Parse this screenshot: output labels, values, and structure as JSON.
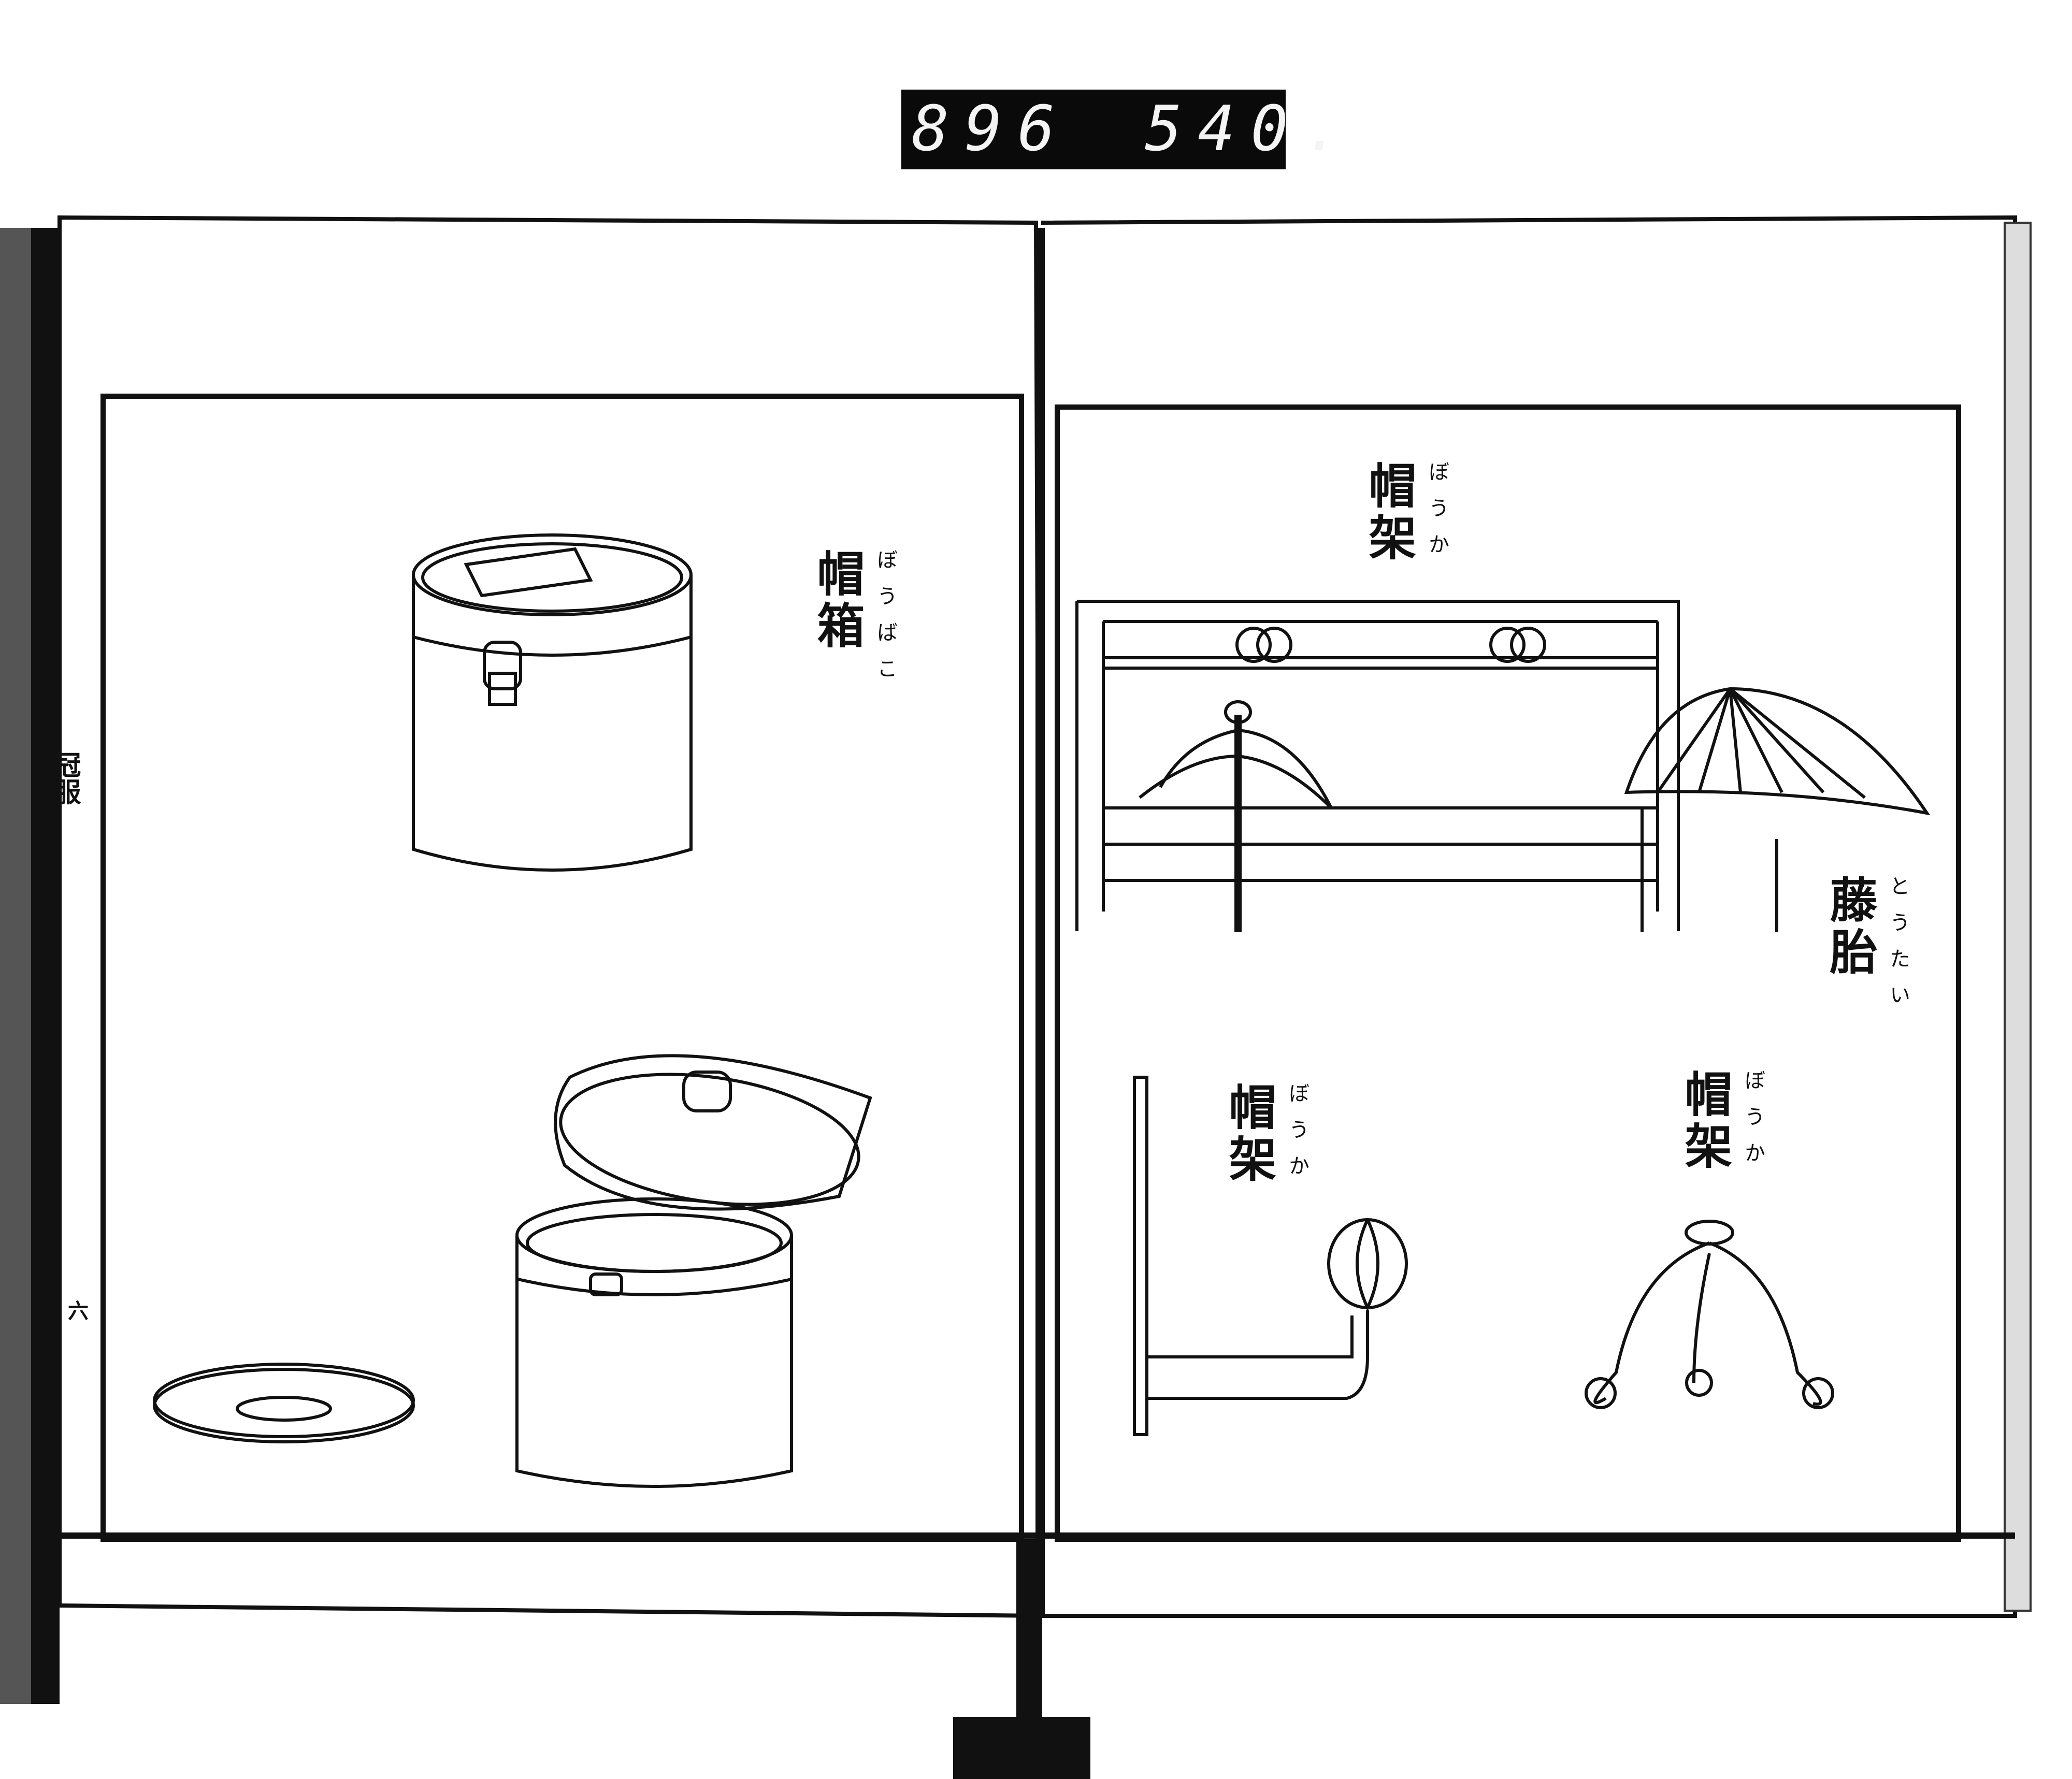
{
  "header_counter": {
    "left_number": "896",
    "right_number": "540."
  },
  "left_page": {
    "margin_title": "冠服",
    "page_number": "六",
    "labels": [
      {
        "text": "帽箱",
        "reading": "ぼうばこ"
      }
    ]
  },
  "right_page": {
    "labels": [
      {
        "text": "帽架",
        "reading": "ぼうか"
      },
      {
        "text": "藤胎",
        "reading": "とうたい"
      },
      {
        "text": "帽架",
        "reading": "ぼうか"
      },
      {
        "text": "帽架",
        "reading": "ぼうか"
      }
    ]
  }
}
